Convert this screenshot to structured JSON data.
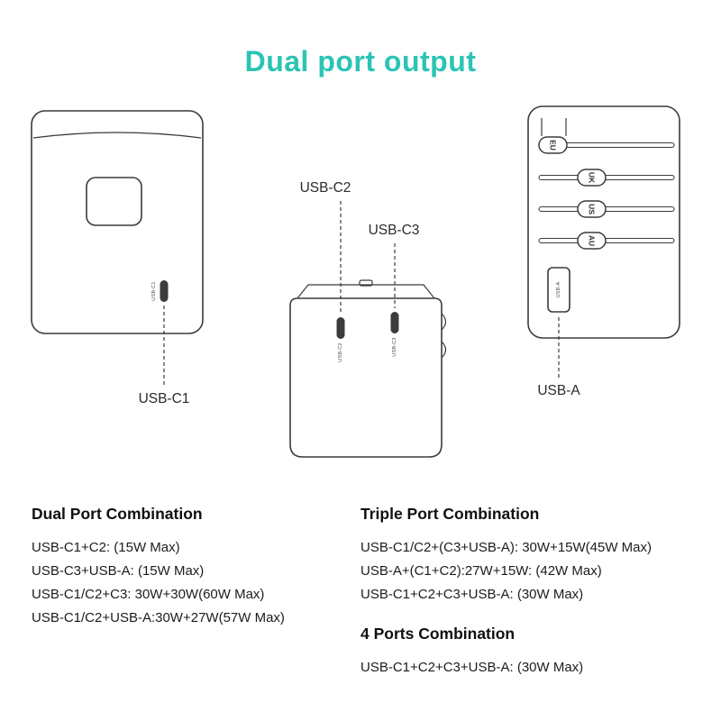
{
  "title": "Dual port output",
  "colors": {
    "accent": "#2bc4b4",
    "line": "#3b3b3b",
    "text": "#1e1e1e"
  },
  "diagram": {
    "labels": {
      "usb_c1": "USB-C1",
      "usb_c2": "USB-C2",
      "usb_c3": "USB-C3",
      "usb_a": "USB-A"
    },
    "sliders": [
      "EU",
      "UK",
      "US",
      "AU"
    ]
  },
  "sections": {
    "dual": {
      "heading": "Dual Port Combination",
      "lines": [
        "USB-C1+C2: (15W Max)",
        "USB-C3+USB-A: (15W Max)",
        "USB-C1/C2+C3: 30W+30W(60W Max)",
        "USB-C1/C2+USB-A:30W+27W(57W Max)"
      ]
    },
    "triple": {
      "heading": "Triple Port Combination",
      "lines": [
        "USB-C1/C2+(C3+USB-A): 30W+15W(45W Max)",
        "USB-A+(C1+C2):27W+15W: (42W Max)",
        "USB-C1+C2+C3+USB-A: (30W Max)"
      ]
    },
    "four_ports": {
      "heading": "4 Ports Combination",
      "lines": [
        "USB-C1+C2+C3+USB-A: (30W Max)"
      ]
    }
  }
}
